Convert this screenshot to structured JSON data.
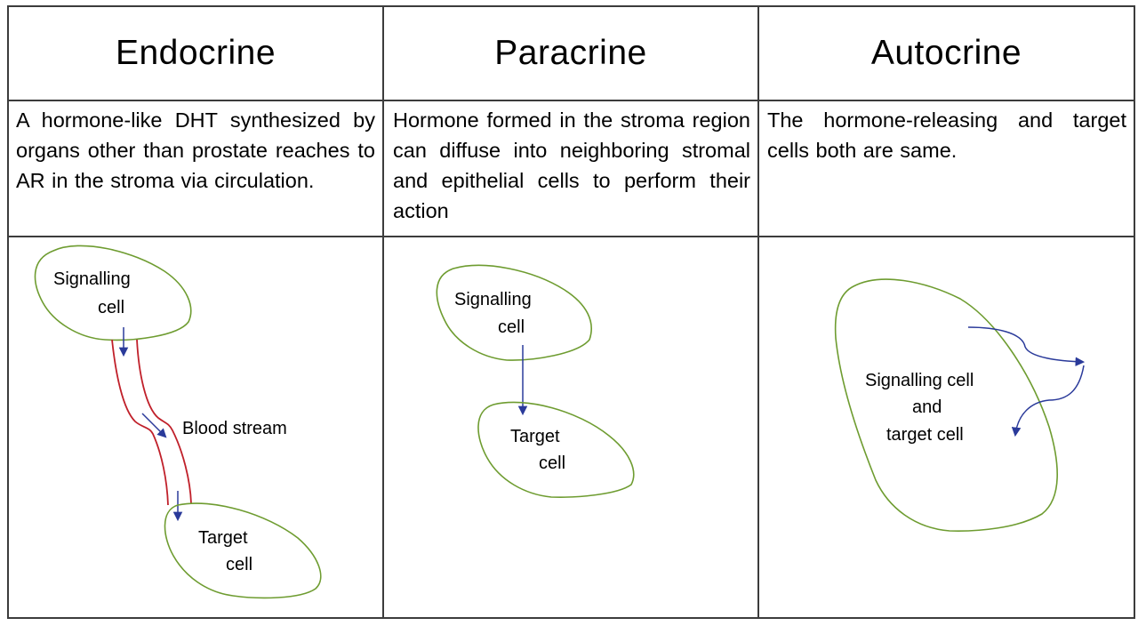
{
  "table": {
    "columns": [
      {
        "title": "Endocrine",
        "description": "A hormone-like DHT synthesized by organs other than prostate reaches to AR in the stroma via circulation.",
        "diagram": {
          "signalling_label_1": "Signalling",
          "signalling_label_2": "cell",
          "vessel_label": "Blood stream",
          "target_label_1": "Target",
          "target_label_2": "cell"
        }
      },
      {
        "title": "Paracrine",
        "description": "Hormone formed in the stroma region can diffuse into neighboring stromal and epithelial cells to perform their action",
        "diagram": {
          "signalling_label_1": "Signalling",
          "signalling_label_2": "cell",
          "target_label_1": "Target",
          "target_label_2": "cell"
        }
      },
      {
        "title": "Autocrine",
        "description": "The hormone-releasing and target cells both are same.",
        "diagram": {
          "cell_label_1": "Signalling cell",
          "cell_label_2": "and",
          "cell_label_3": "target cell"
        }
      }
    ]
  },
  "colors": {
    "border": "#3c3c3c",
    "cell_outline": "#6e9c30",
    "vessel": "#c0202a",
    "arrow": "#2a3a9a"
  }
}
